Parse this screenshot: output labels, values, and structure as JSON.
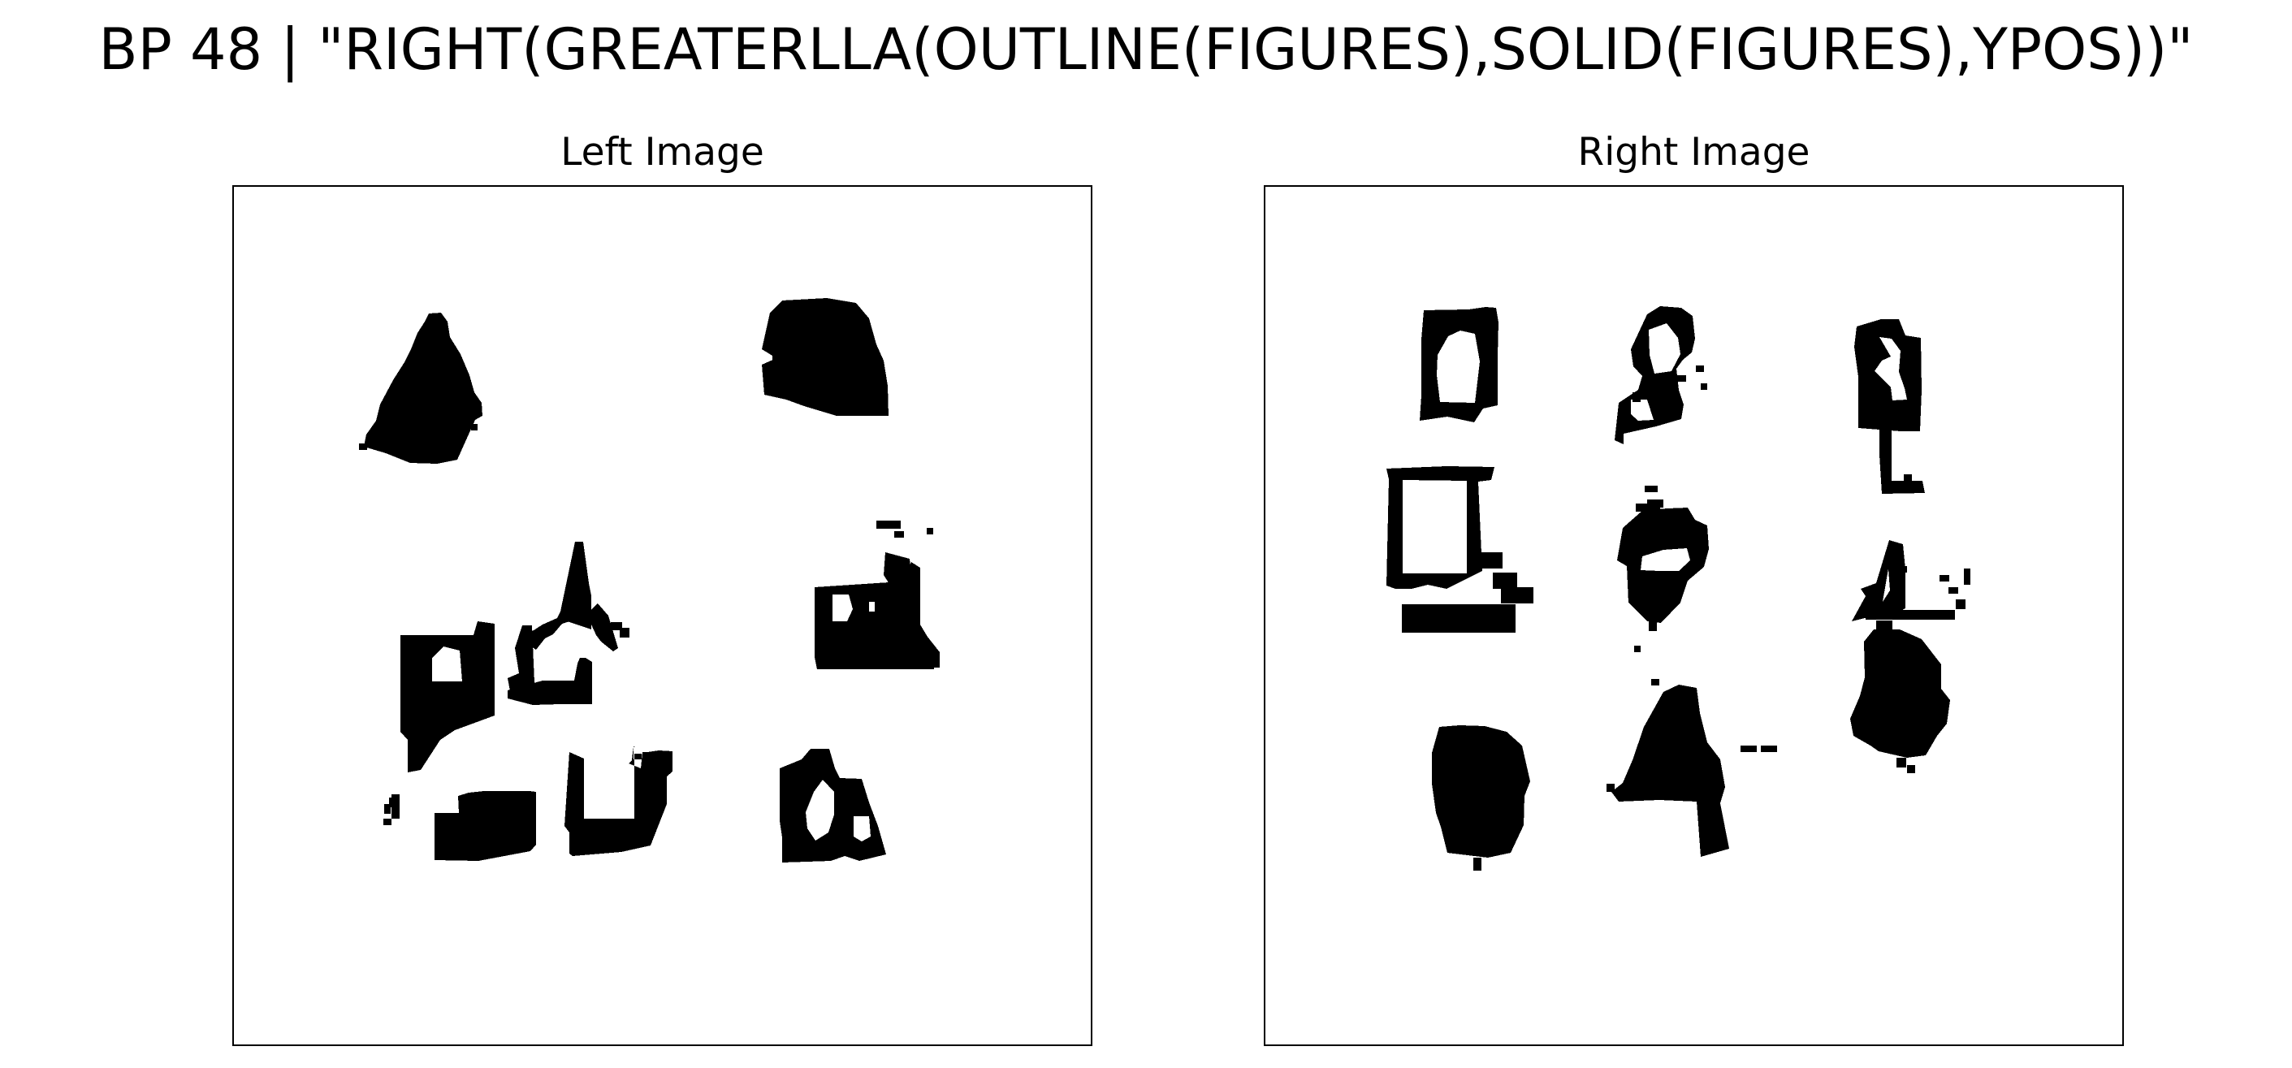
{
  "figure": {
    "title": "BP 48 | \"RIGHT(GREATERLLA(OUTLINE(FIGURES),SOLID(FIGURES),YPOS))\""
  },
  "left_panel": {
    "title": "Left Image",
    "figures": [
      {
        "name": "solid-triangle",
        "kind": "solid"
      },
      {
        "name": "solid-blob",
        "kind": "solid"
      },
      {
        "name": "square-outline-fragment",
        "kind": "outline"
      },
      {
        "name": "a-shape-fragment",
        "kind": "outline"
      },
      {
        "name": "square-with-hole",
        "kind": "solid"
      },
      {
        "name": "j-shape-fragment",
        "kind": "outline"
      },
      {
        "name": "triangle-with-holes",
        "kind": "outline"
      }
    ]
  },
  "right_panel": {
    "title": "Right Image",
    "figures": [
      {
        "name": "square-outline",
        "kind": "outline"
      },
      {
        "name": "circle-triangle-outline",
        "kind": "outline"
      },
      {
        "name": "square-outline-with-bar",
        "kind": "outline"
      },
      {
        "name": "pillar-outline",
        "kind": "outline"
      },
      {
        "name": "oval-outline",
        "kind": "outline"
      },
      {
        "name": "triangle-outline",
        "kind": "outline"
      },
      {
        "name": "solid-circle",
        "kind": "solid"
      },
      {
        "name": "solid-triangle",
        "kind": "solid"
      },
      {
        "name": "solid-blob",
        "kind": "solid"
      }
    ]
  }
}
